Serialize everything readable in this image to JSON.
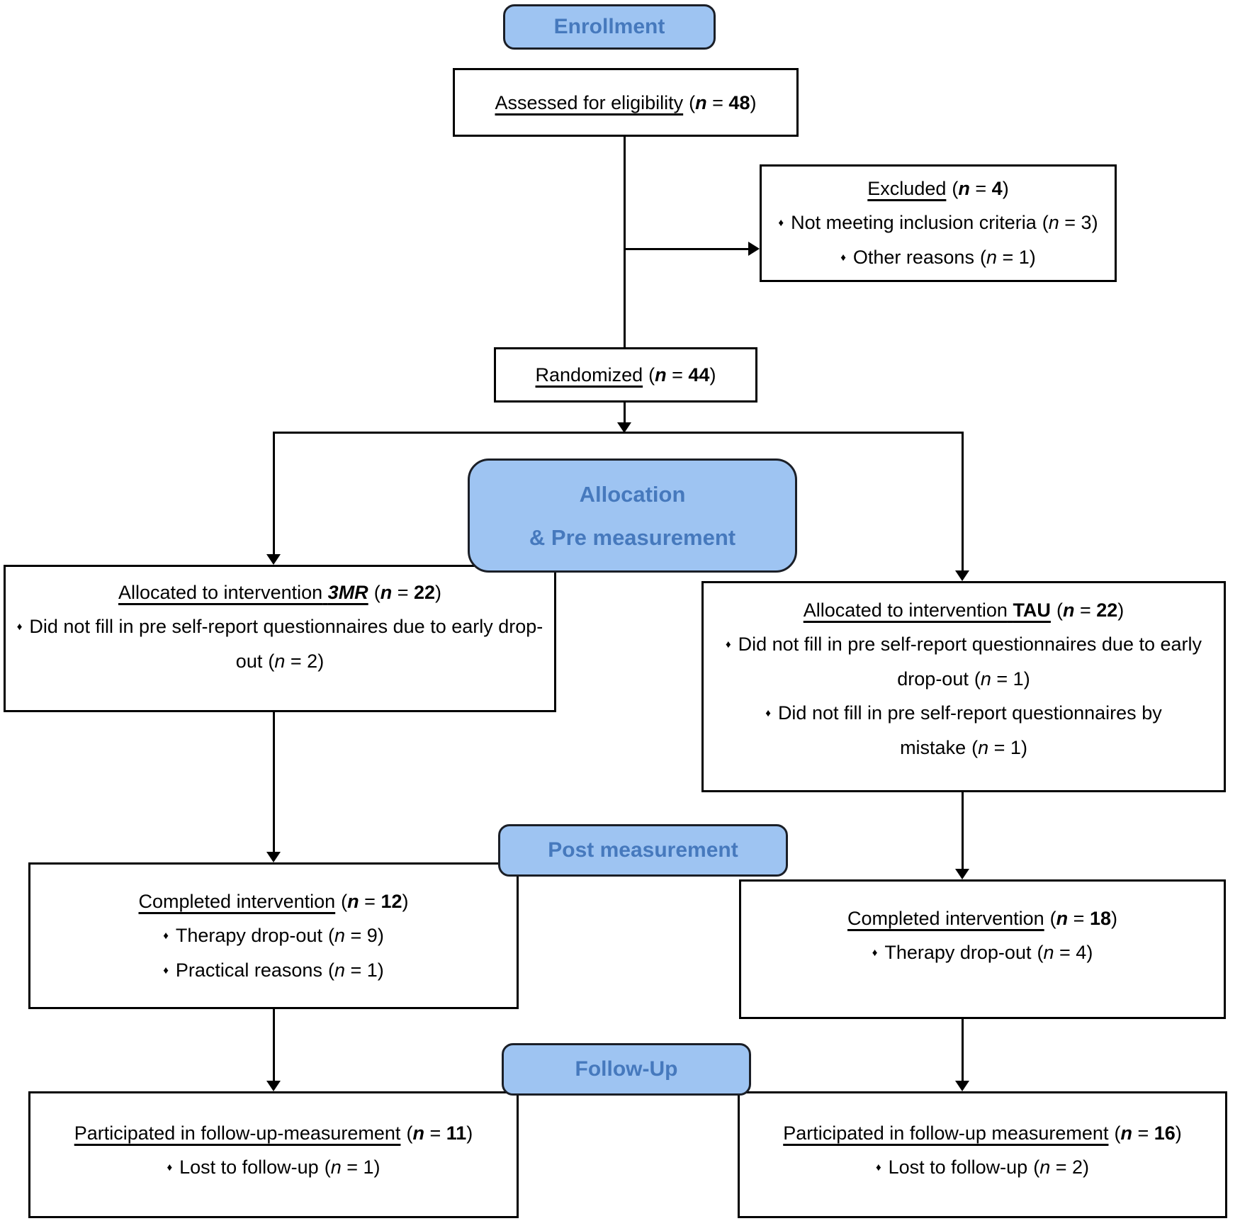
{
  "notation": {
    "open": "(",
    "n": "n",
    "equals": "=",
    "close": ")"
  },
  "glyphs": {
    "diamond": "♦"
  },
  "colors": {
    "pill_fill": "#9ec4f2",
    "pill_text": "#4679bd",
    "pill_border": "#1b1f27",
    "box_border": "#000000",
    "line": "#000000",
    "background": "#ffffff"
  },
  "pills": {
    "enrollment": "Enrollment",
    "allocation_line1": "Allocation",
    "allocation_line2": "& Pre measurement",
    "post": "Post measurement",
    "followup": "Follow-Up"
  },
  "boxes": {
    "assessed": {
      "title": "Assessed for eligibility",
      "n": "48"
    },
    "excluded": {
      "title": "Excluded",
      "n": "4",
      "bullets": [
        {
          "text": "Not meeting inclusion criteria",
          "n": "3"
        },
        {
          "text": "Other reasons",
          "n": "1"
        }
      ]
    },
    "randomized": {
      "title": "Randomized",
      "n": "44"
    },
    "alloc_3mr": {
      "title": "Allocated to intervention",
      "name": "3MR",
      "n": "22",
      "bullets": [
        {
          "text": "Did not fill in pre self-report questionnaires due to early drop-out",
          "n": "2"
        }
      ]
    },
    "alloc_tau": {
      "title": "Allocated to intervention",
      "name": "TAU",
      "n": "22",
      "bullets": [
        {
          "text": "Did not fill in pre self-report questionnaires due to early drop-out",
          "n": "1"
        },
        {
          "text": "Did not fill in pre self-report questionnaires by mistake",
          "n": "1"
        }
      ]
    },
    "post_3mr": {
      "title": "Completed intervention",
      "n": "12",
      "bullets": [
        {
          "text": "Therapy drop-out",
          "n": "9"
        },
        {
          "text": "Practical reasons",
          "n": "1"
        }
      ]
    },
    "post_tau": {
      "title": "Completed intervention",
      "n": "18",
      "bullets": [
        {
          "text": "Therapy drop-out",
          "n": "4"
        }
      ]
    },
    "fu_3mr": {
      "title": "Participated in follow-up-measurement",
      "n": "11",
      "bullets": [
        {
          "text": "Lost to follow-up",
          "n": "1"
        }
      ]
    },
    "fu_tau": {
      "title": "Participated in follow-up measurement",
      "n": "16",
      "bullets": [
        {
          "text": "Lost to follow-up",
          "n": "2"
        }
      ]
    }
  }
}
